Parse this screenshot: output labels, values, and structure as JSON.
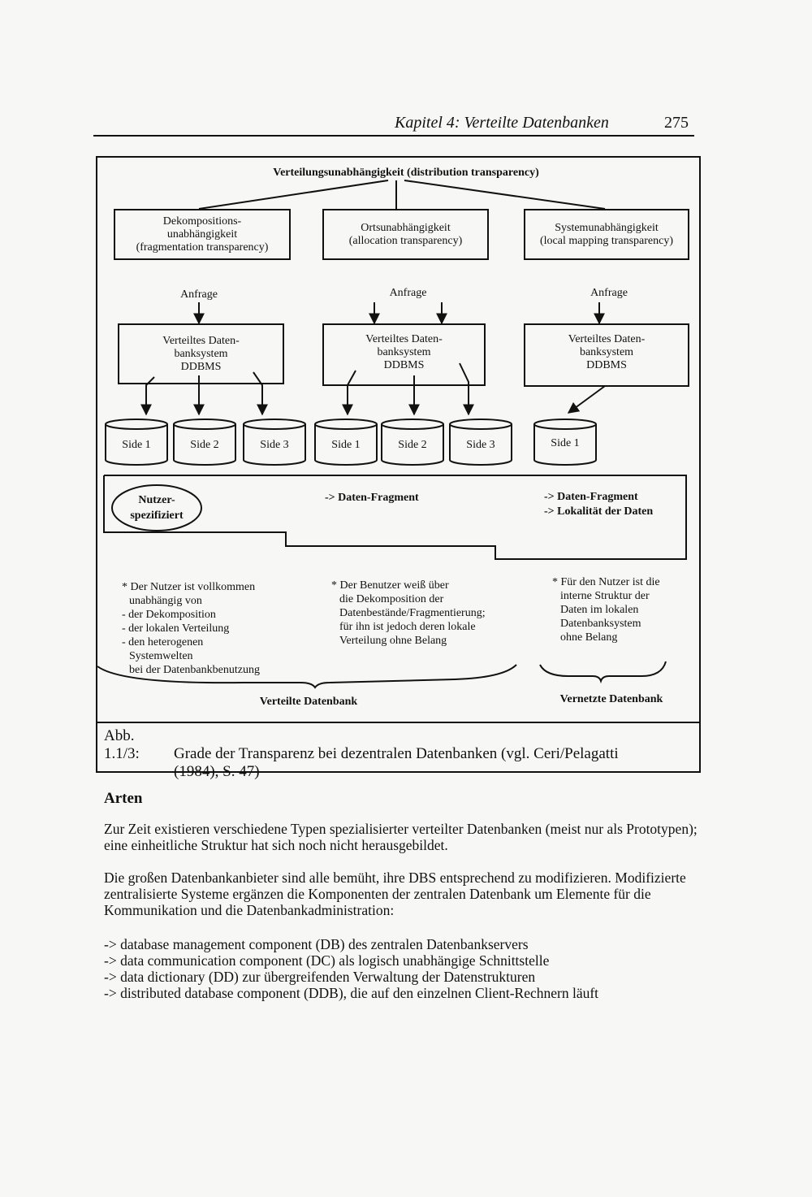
{
  "header": {
    "running_title": "Kapitel 4: Verteilte Datenbanken",
    "page_number": "275"
  },
  "figure": {
    "top_title": "Verteilungsunabhängigkeit (distribution transparency)",
    "levels": [
      {
        "title_lines": [
          "Dekompositions-",
          "unabhängigkeit",
          "(fragmentation transparency)"
        ],
        "query_label": "Anfrage",
        "ddbms_lines": [
          "Verteiltes Daten-",
          "banksystem",
          "DDBMS"
        ],
        "sites": [
          "Side 1",
          "Side 2",
          "Side 3"
        ]
      },
      {
        "title_lines": [
          "Ortsunabhängigkeit",
          "(allocation transparency)"
        ],
        "query_label": "Anfrage",
        "ddbms_lines": [
          "Verteiltes Daten-",
          "banksystem",
          "DDBMS"
        ],
        "sites": [
          "Side 1",
          "Side 2",
          "Side 3"
        ]
      },
      {
        "title_lines": [
          "Systemunabhängigkeit",
          "(local mapping transparency)"
        ],
        "query_label": "Anfrage",
        "ddbms_lines": [
          "Verteiltes Daten-",
          "banksystem",
          "DDBMS"
        ],
        "sites": [
          "Side 1"
        ]
      }
    ],
    "user_specified": {
      "badge_lines": [
        "Nutzer-",
        "spezifiziert"
      ],
      "col2": "-> Daten-Fragment",
      "col3_lines": [
        "-> Daten-Fragment",
        "-> Lokalität der Daten"
      ]
    },
    "notes": [
      {
        "lines": [
          "* Der Nutzer ist vollkommen",
          "unabhängig von",
          "- der Dekomposition",
          "- der lokalen Verteilung",
          "- den heterogenen",
          "Systemwelten",
          "bei der Datenbankbenutzung"
        ]
      },
      {
        "lines": [
          "* Der Benutzer weiß über",
          "die Dekomposition der",
          "Datenbestände/Fragmentierung;",
          "für ihn ist jedoch deren lokale",
          "Verteilung ohne Belang"
        ]
      },
      {
        "lines": [
          "* Für den Nutzer ist die",
          "interne Struktur der",
          "Daten im lokalen",
          "Datenbanksystem",
          "ohne Belang"
        ]
      }
    ],
    "brace_labels": [
      "Verteilte Datenbank",
      "Vernetzte Datenbank"
    ],
    "caption": {
      "number": "Abb. 1.1/3:",
      "text": "Grade der Transparenz bei dezentralen Datenbanken (vgl. Ceri/Pelagatti",
      "ref": "(1984), S. 47)"
    }
  },
  "body": {
    "section_heading": "Arten",
    "paragraph1": "Zur Zeit existieren verschiedene Typen spezialisierter verteilter Datenbanken (meist nur als Prototypen); eine einheitliche Struktur hat sich noch nicht herausgebildet.",
    "paragraph2": "Die großen Datenbankanbieter sind alle bemüht, ihre DBS entsprechend zu modifizieren. Modifizierte zentralisierte Systeme ergänzen die Komponenten der zentralen Datenbank um Elemente für die Kommunikation und die Datenbankadministration:",
    "list": [
      "-> database management component (DB) des zentralen Datenbankservers",
      "-> data communication component (DC) als logisch unabhängige Schnittstelle",
      "-> data dictionary (DD) zur übergreifenden Verwaltung der Datenstrukturen",
      "-> distributed database component (DDB), die auf den einzelnen Client-Rechnern läuft"
    ]
  }
}
